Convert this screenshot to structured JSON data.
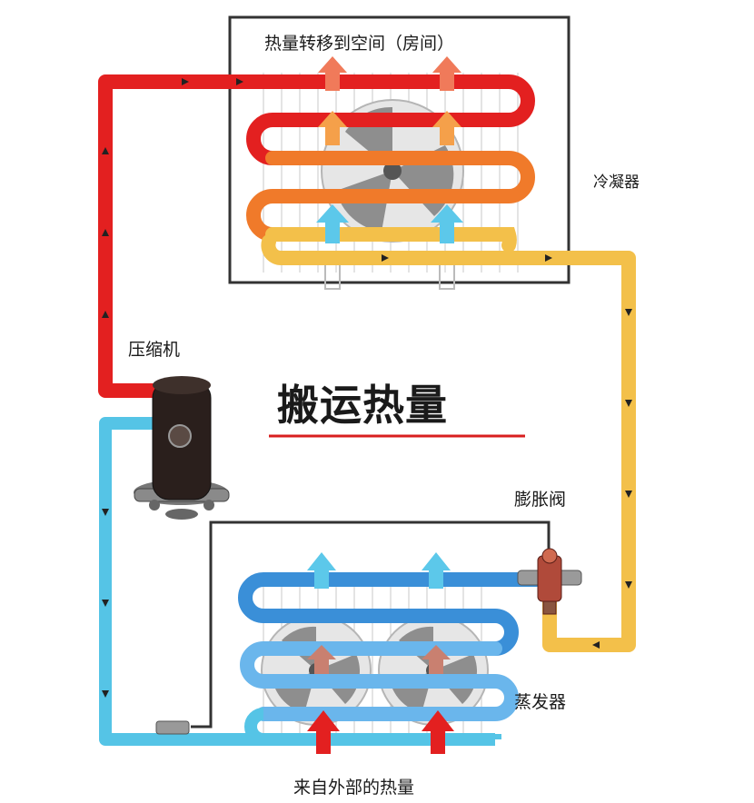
{
  "diagram": {
    "top_caption": "热量转移到空间（房间）",
    "condenser_label": "冷凝器",
    "compressor_label": "压缩机",
    "center_title": "搬运热量",
    "expansion_valve_label": "膨胀阀",
    "evaporator_label": "蒸发器",
    "bottom_caption": "来自外部的热量"
  },
  "colors": {
    "hot_pipe": "#e32020",
    "warm_pipe": "#f07a2a",
    "cool_pipe": "#f3c04a",
    "cold_pipe": "#3a8fd8",
    "light_pipe": "#55c4e6",
    "underline": "#d81e1e"
  },
  "icons": [
    "fan-icon",
    "compressor-icon",
    "expansion-valve-icon",
    "flow-arrow-icon",
    "filter-drier-icon"
  ]
}
